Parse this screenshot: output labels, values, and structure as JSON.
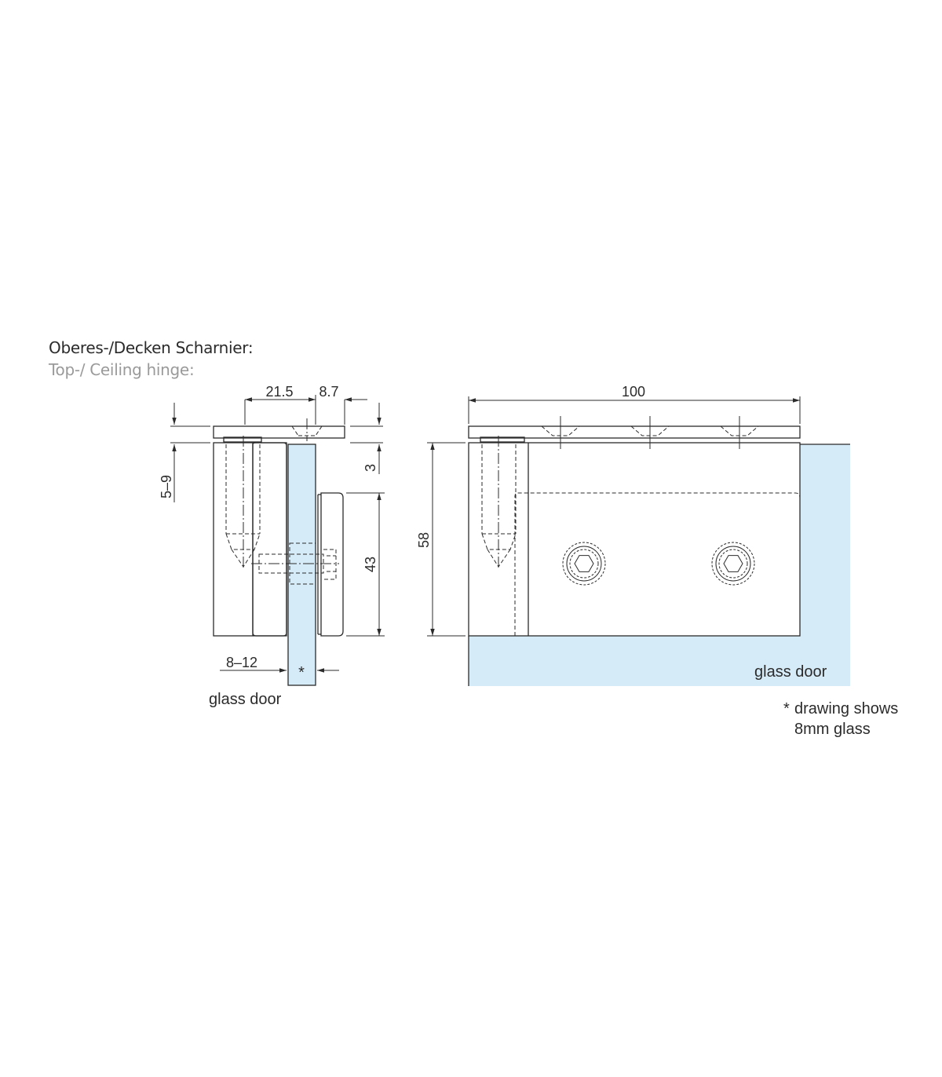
{
  "title": {
    "german": "Oberes-/Decken Scharnier:",
    "english": "Top-/ Ceiling hinge:"
  },
  "dimensions": {
    "side_width": "21.5",
    "side_plate": "8.7",
    "height_range": "5–9",
    "gap": "3",
    "clamp_height": "43",
    "glass_thickness": "8–12",
    "total_width": "100",
    "total_height": "58"
  },
  "labels": {
    "glass_door_side": "glass door",
    "glass_door_front": "glass door",
    "asterisk": "*",
    "note_asterisk": "*",
    "note_line1": "drawing shows",
    "note_line2": "8mm glass"
  },
  "colors": {
    "glass": "#d6ebf8",
    "line": "#2b2b2b",
    "title_secondary": "#9a9a9a"
  }
}
